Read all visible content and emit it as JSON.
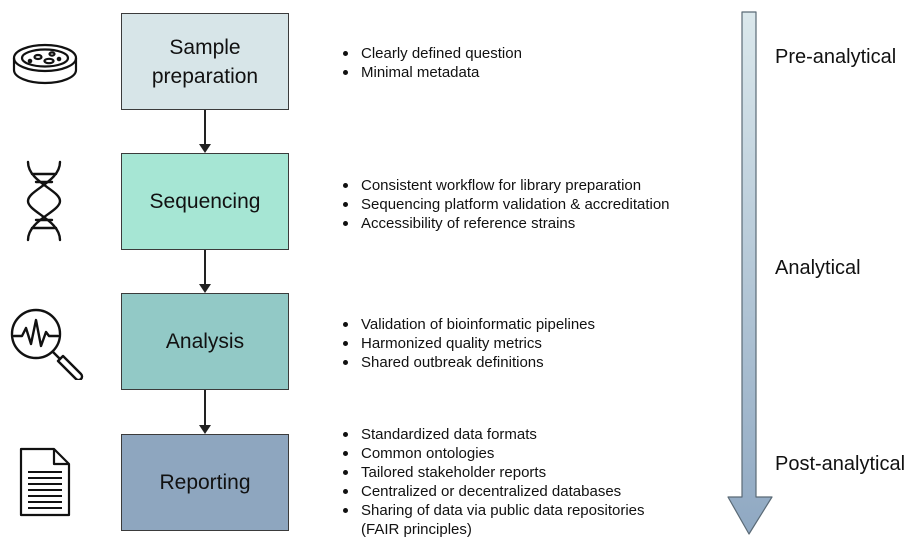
{
  "stages": [
    {
      "label": "Sample\npreparation",
      "color": "#d7e5e8",
      "icon": "petri-dish-icon",
      "bullets": [
        "Clearly defined question",
        "Minimal metadata"
      ]
    },
    {
      "label": "Sequencing",
      "color": "#a6e6d4",
      "icon": "dna-icon",
      "bullets": [
        "Consistent workflow for library preparation",
        "Sequencing platform validation & accreditation",
        "Accessibility of reference strains"
      ]
    },
    {
      "label": "Analysis",
      "color": "#92c9c6",
      "icon": "analysis-magnifier-icon",
      "bullets": [
        "Validation of bioinformatic pipelines",
        "Harmonized quality metrics",
        "Shared outbreak definitions"
      ]
    },
    {
      "label": "Reporting",
      "color": "#8ea6bf",
      "icon": "document-icon",
      "bullets": [
        "Standardized data formats",
        "Common ontologies",
        "Tailored stakeholder reports",
        "Centralized or decentralized databases",
        "Sharing of data via public data repositories",
        "(FAIR principles)"
      ]
    }
  ],
  "phases": [
    "Pre-analytical",
    "Analytical",
    "Post-analytical"
  ],
  "timeline": {
    "color_top": "#dbe8ec",
    "color_bottom": "#8fa8c2"
  }
}
